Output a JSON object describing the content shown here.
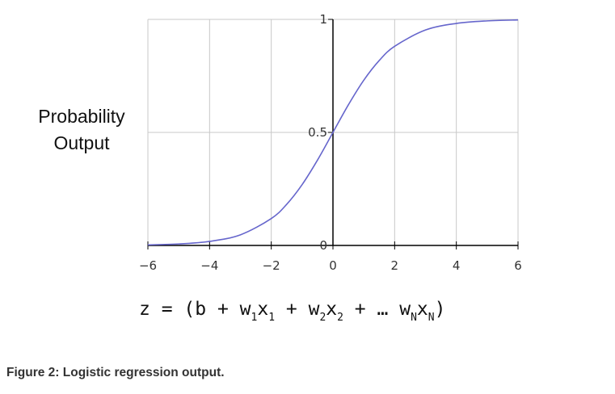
{
  "chart_data": {
    "type": "line",
    "title": "",
    "ylabel_lines": [
      "Probability",
      "Output"
    ],
    "xlim": [
      -6,
      6
    ],
    "ylim": [
      0,
      1
    ],
    "x_ticks": [
      -6,
      -4,
      -2,
      0,
      2,
      4,
      6
    ],
    "x_tick_labels": [
      "−6",
      "−4",
      "−2",
      "0",
      "2",
      "4",
      "6"
    ],
    "y_ticks": [
      0,
      0.5,
      1
    ],
    "y_tick_labels": [
      "0",
      "0.5",
      "1"
    ],
    "grid": true,
    "curve_color": "#6666cc",
    "series": [
      {
        "x": [
          -6,
          -5,
          -4,
          -3,
          -2,
          -1.5,
          -1,
          -0.5,
          0,
          0.5,
          1,
          1.5,
          2,
          3,
          4,
          5,
          6
        ],
        "y": [
          0.0025,
          0.0067,
          0.018,
          0.047,
          0.119,
          0.182,
          0.269,
          0.378,
          0.5,
          0.622,
          0.731,
          0.818,
          0.881,
          0.953,
          0.982,
          0.9933,
          0.9975
        ]
      }
    ]
  },
  "formula": {
    "z": "z",
    "eq": " = (",
    "b": "b",
    "plus1": " + ",
    "w1": "w",
    "w1_sub": "1",
    "x1": "x",
    "x1_sub": "1",
    "plus2": " + ",
    "w2": "w",
    "w2_sub": "2",
    "x2": "x",
    "x2_sub": "2",
    "plus3": " + ",
    "ellipsis": "…",
    "space": " ",
    "wN": "w",
    "wN_sub": "N",
    "xN": "x",
    "xN_sub": "N",
    "close": ")"
  },
  "caption": "Figure 2: Logistic regression output."
}
